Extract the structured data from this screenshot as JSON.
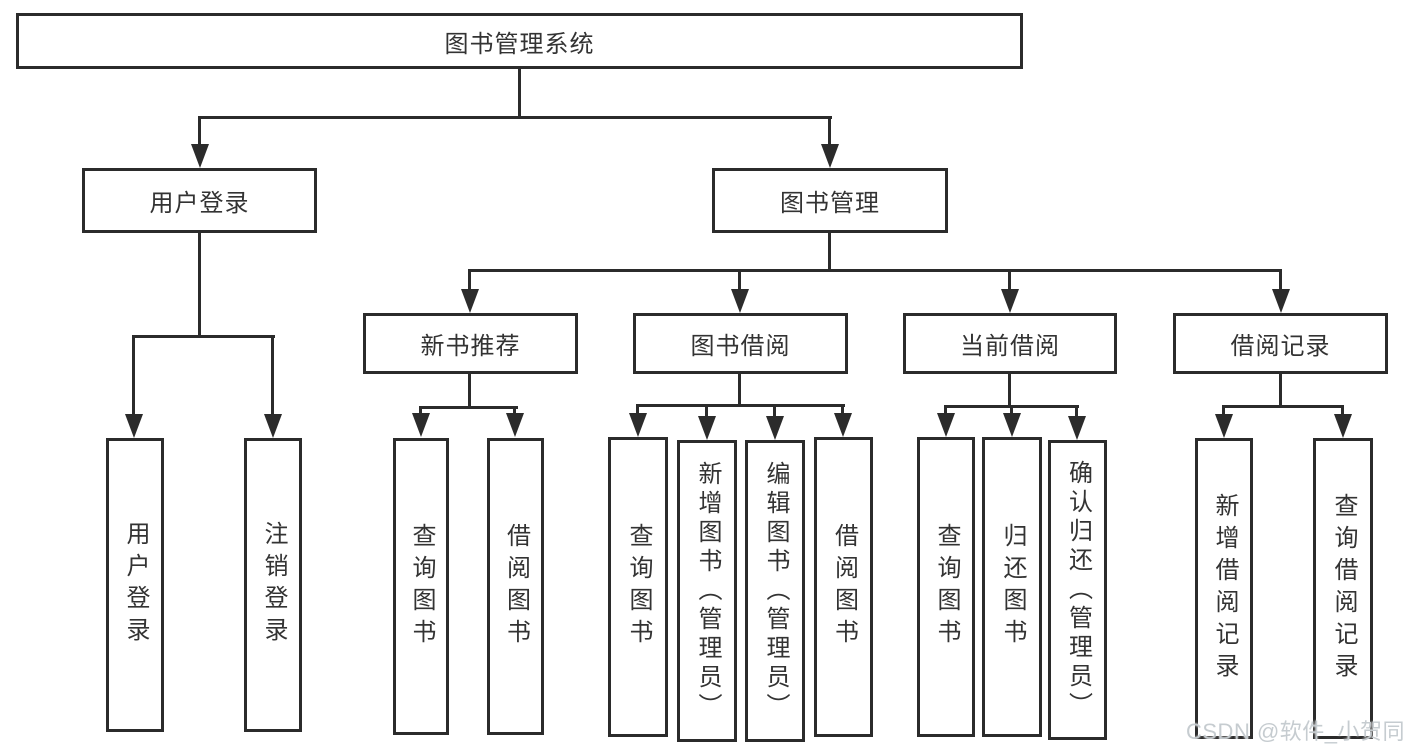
{
  "diagram": {
    "root": {
      "label": "图书管理系统"
    },
    "branches": [
      {
        "label": "用户登录",
        "leaves": [
          {
            "label": "用户登录"
          },
          {
            "label": "注销登录"
          }
        ]
      },
      {
        "label": "图书管理",
        "sections": [
          {
            "label": "新书推荐",
            "leaves": [
              {
                "label": "查询图书"
              },
              {
                "label": "借阅图书"
              }
            ]
          },
          {
            "label": "图书借阅",
            "leaves": [
              {
                "label": "查询图书"
              },
              {
                "label": "新增图书（管理员）"
              },
              {
                "label": "编辑图书（管理员）"
              },
              {
                "label": "借阅图书"
              }
            ]
          },
          {
            "label": "当前借阅",
            "leaves": [
              {
                "label": "查询图书"
              },
              {
                "label": "归还图书"
              },
              {
                "label": "确认归还（管理员）"
              }
            ]
          },
          {
            "label": "借阅记录",
            "leaves": [
              {
                "label": "新增借阅记录"
              },
              {
                "label": "查询借阅记录"
              }
            ]
          }
        ]
      }
    ]
  },
  "watermark": {
    "text": "CSDN @软件_小贺同学"
  },
  "colors": {
    "line": "#2b2b2b",
    "text": "#333333",
    "background": "#ffffff",
    "watermark": "#c3c9ce"
  }
}
